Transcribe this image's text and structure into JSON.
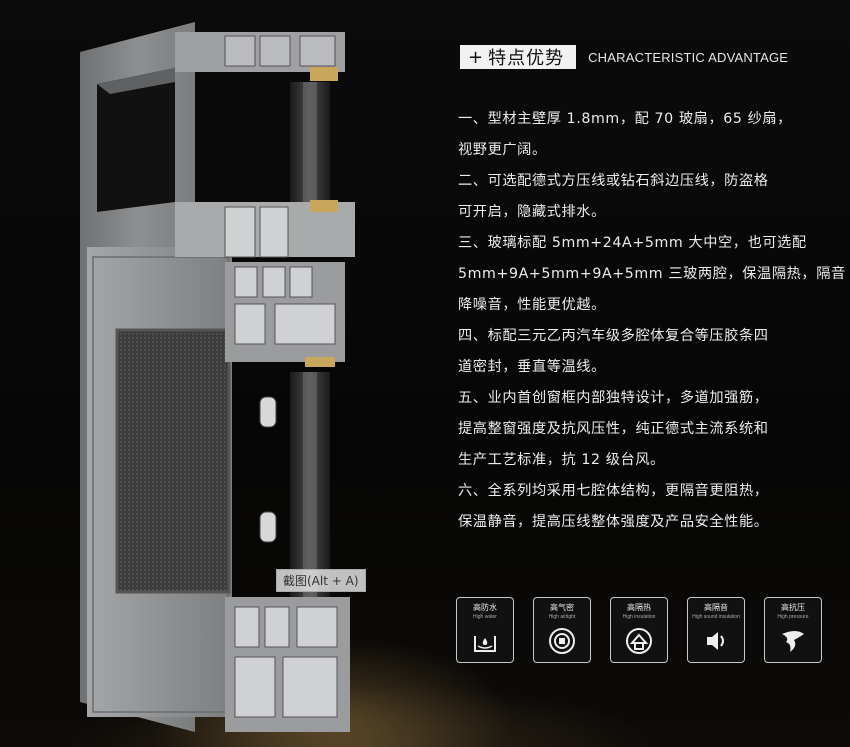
{
  "heading": {
    "plus": "+",
    "title_cn": "特点优势",
    "title_en": "CHARACTERISTIC ADVANTAGE"
  },
  "features": [
    "一、型材主壁厚 1.8mm，配 70 玻扇，65 纱扇，",
    "视野更广阔。",
    "二、可选配德式方压线或钻石斜边压线，防盗格",
    "可开启，隐藏式排水。",
    "三、玻璃标配 5mm+24A+5mm 大中空，也可选配",
    "5mm+9A+5mm+9A+5mm 三玻两腔，保温隔热，隔音",
    "降噪音，性能更优越。",
    "四、标配三元乙丙汽车级多腔体复合等压胶条四",
    "道密封，垂直等温线。",
    "五、业内首创窗框内部独特设计，多道加强筋，",
    "提高整窗强度及抗风压性，纯正德式主流系统和",
    "生产工艺标准，抗 12 级台风。",
    "六、全系列均采用七腔体结构，更隔音更阻热，",
    "保温静音，提高压线整体强度及产品安全性能。"
  ],
  "tooltip": "截图(Alt + A)",
  "badges": [
    {
      "cn": "高防水",
      "en": "High water",
      "icon": "water-drop-icon"
    },
    {
      "cn": "高气密",
      "en": "High airtight",
      "icon": "airtight-seal-icon"
    },
    {
      "cn": "高隔热",
      "en": "High insulation",
      "icon": "heat-insulation-icon"
    },
    {
      "cn": "高隔音",
      "en": "High sound insulation",
      "icon": "speaker-icon"
    },
    {
      "cn": "高抗压",
      "en": "High pressure",
      "icon": "wind-pressure-icon"
    }
  ],
  "colors": {
    "background": "#070707",
    "text": "#ececec",
    "profile_grey": "#8a8c8e",
    "accent_gold": "#c9a75a"
  }
}
